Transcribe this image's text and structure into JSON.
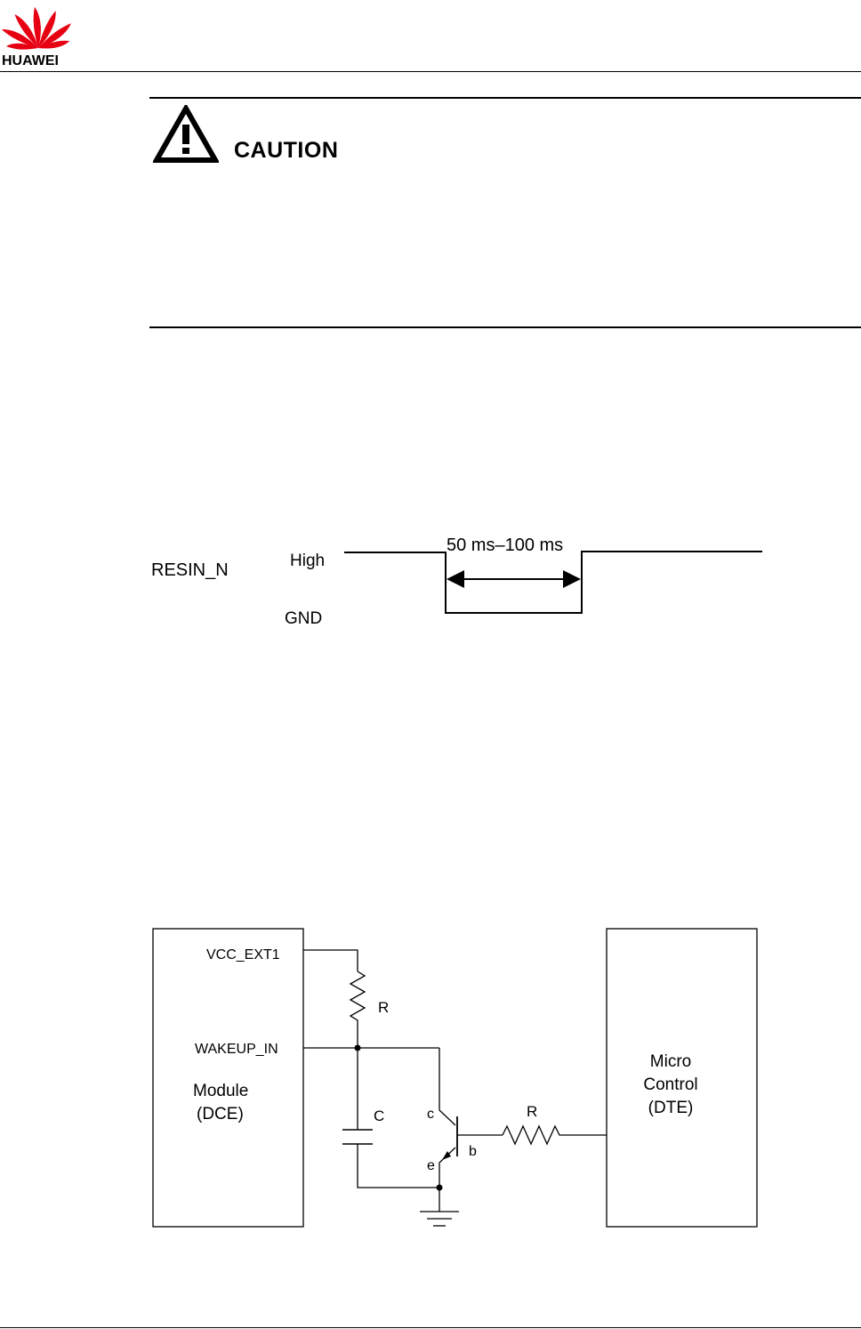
{
  "header": {
    "brand": "HUAWEI",
    "logo_icon": "huawei-flower-icon",
    "brand_color": "#e60012"
  },
  "caution": {
    "icon": "warning-triangle-icon",
    "label": "CAUTION"
  },
  "timing_diagram": {
    "signal_name": "RESIN_N",
    "level_high": "High",
    "level_low": "GND",
    "pulse_label": "50 ms–100 ms"
  },
  "circuit": {
    "module_title_line1": "Module",
    "module_title_line2": "(DCE)",
    "pin_vcc": "VCC_EXT1",
    "pin_wakeup": "WAKEUP_IN",
    "resistor_top": "R",
    "capacitor": "C",
    "transistor_collector": "c",
    "transistor_base": "b",
    "transistor_emitter": "e",
    "resistor_base": "R",
    "mcu_line1": "Micro",
    "mcu_line2": "Control",
    "mcu_line3": "(DTE)"
  }
}
